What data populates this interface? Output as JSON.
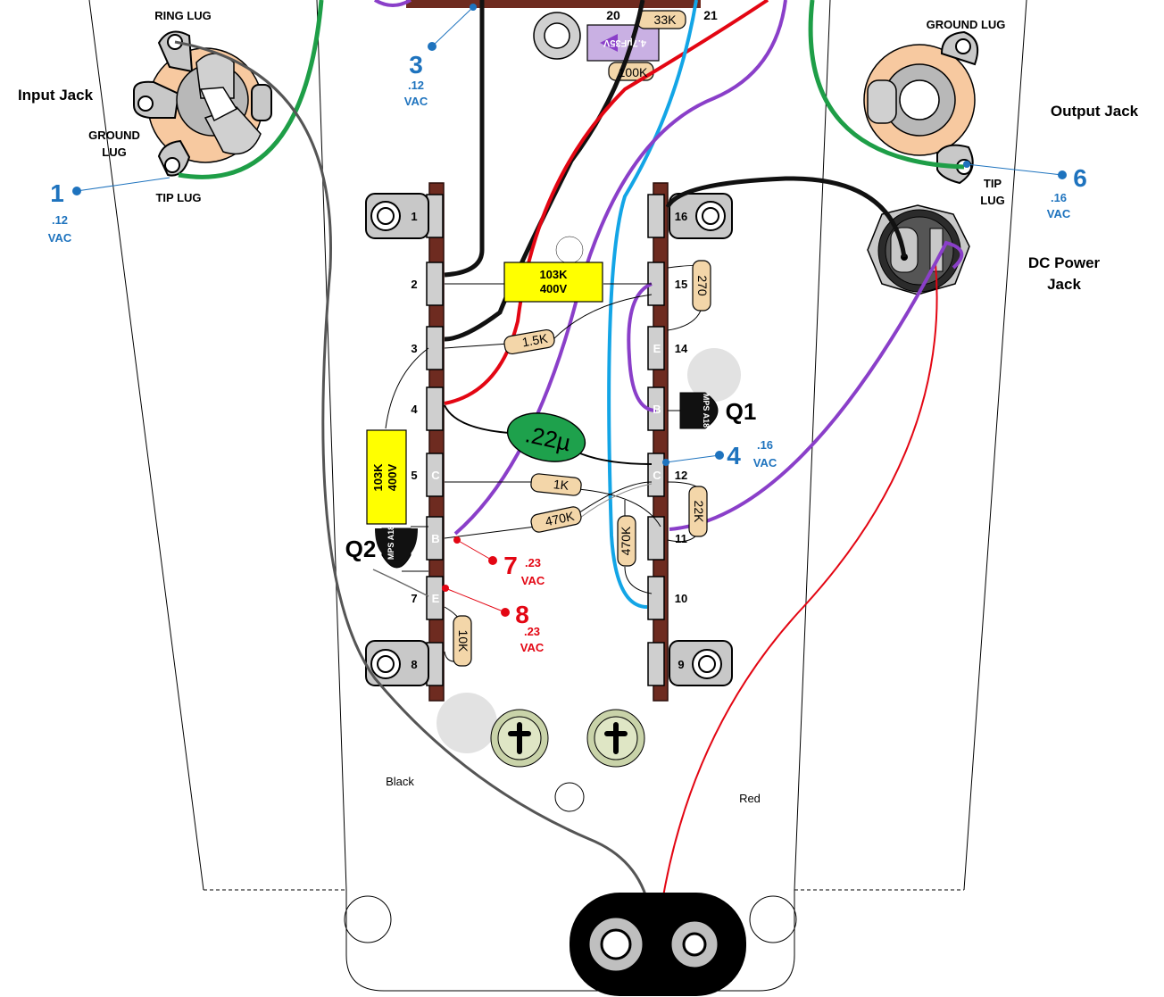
{
  "labels": {
    "ring_lug": "RING LUG",
    "input_jack": "Input Jack",
    "ground_lug_left_line1": "GROUND",
    "ground_lug_left_line2": "LUG",
    "tip_lug_left": "TIP LUG",
    "ground_lug_right": "GROUND LUG",
    "output_jack": "Output Jack",
    "tip_lug_right_line1": "TIP",
    "tip_lug_right_line2": "LUG",
    "dc_power_line1": "DC Power",
    "dc_power_line2": "Jack",
    "black_wire": "Black",
    "red_wire": "Red"
  },
  "test_points": [
    {
      "number": "1",
      "value": ".12",
      "unit": "VAC",
      "color": "#1e73be"
    },
    {
      "number": "3",
      "value": ".12",
      "unit": "VAC",
      "color": "#1e73be"
    },
    {
      "number": "6",
      "value": ".16",
      "unit": "VAC",
      "color": "#1e73be"
    },
    {
      "number": "4",
      "value": ".16",
      "unit": "VAC",
      "color": "#1e73be"
    },
    {
      "number": "7",
      "value": ".23",
      "unit": "VAC",
      "color": "#e30613"
    },
    {
      "number": "8",
      "value": ".23",
      "unit": "VAC",
      "color": "#e30613"
    }
  ],
  "components": {
    "cap_top": {
      "line1": "103K",
      "line2": "400V"
    },
    "cap_left": {
      "line1": "103K",
      "line2": "400V"
    },
    "cap_film": ".22µ",
    "electrolytic": "4.7µF35V",
    "resistors": {
      "r1_5k": "1.5K",
      "r1k": "1K",
      "r470k_a": "470K",
      "r470k_b": "470K",
      "r22k": "22K",
      "r270": "270",
      "r10k": "10K",
      "r33k": "33K",
      "r100k": "100K"
    },
    "top_pads": [
      "20",
      "21"
    ],
    "q1": {
      "label": "Q1",
      "part": "MPS A18"
    },
    "q2": {
      "label": "Q2",
      "part": "MPS A18"
    }
  },
  "terminal_strip_left": [
    {
      "num": "1",
      "pin": ""
    },
    {
      "num": "2",
      "pin": ""
    },
    {
      "num": "3",
      "pin": ""
    },
    {
      "num": "4",
      "pin": ""
    },
    {
      "num": "5",
      "pin": "C"
    },
    {
      "num": "",
      "pin": "B"
    },
    {
      "num": "7",
      "pin": "E"
    },
    {
      "num": "8",
      "pin": ""
    }
  ],
  "terminal_strip_right": [
    {
      "num": "16",
      "pin": ""
    },
    {
      "num": "15",
      "pin": ""
    },
    {
      "num": "14",
      "pin": "E"
    },
    {
      "num": "",
      "pin": "B"
    },
    {
      "num": "12",
      "pin": "C"
    },
    {
      "num": "11",
      "pin": ""
    },
    {
      "num": "10",
      "pin": ""
    },
    {
      "num": "9",
      "pin": ""
    }
  ],
  "wire_colors": {
    "green": "#1e9e47",
    "black": "#111111",
    "gray": "#555555",
    "red": "#e30613",
    "blue": "#13a5e6",
    "purple": "#8a3fc9"
  }
}
